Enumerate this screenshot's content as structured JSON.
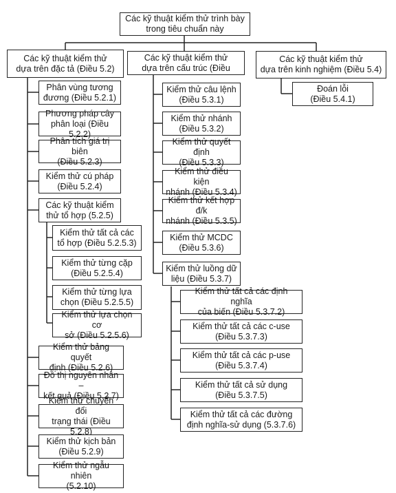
{
  "root": "Các kỹ thuật kiểm thử trình bày\ntrong tiêu chuẩn này",
  "categories": [
    {
      "label": "Các kỹ thuật kiểm thử\ndựa trên đặc tả (Điều 5.2)",
      "items": [
        "Phân vùng tương\nđương (Điều 5.2.1)",
        "Phương pháp cây\nphân loại (Điều 5.2.2)",
        "Phân tích giá trị biên\n(Điều 5.2.3)",
        "Kiểm thử cú pháp\n(Điều 5.2.4)",
        "Các kỹ thuật kiểm\nthử tổ hợp (5.2.5)",
        "Kiểm thử bảng quyết\nđịnh (Điều 5.2.6)",
        "Đồ thị nguyên nhân –\nkết quả (Điều 5.2.7)",
        "Kiểm thử chuyển đổi\ntrạng thái (Điều 5.2.8)",
        "Kiểm thử kịch bản\n(Điều 5.2.9)",
        "Kiểm thử ngẫu nhiên\n(5.2.10)"
      ],
      "subitems": [
        "Kiểm thử tất cả các\ntổ hợp (Điều 5.2.5.3)",
        "Kiểm thử từng cặp\n(Điều 5.2.5.4)",
        "Kiểm thử từng lựa\nchọn (Điều 5.2.5.5)",
        "Kiểm thử lựa chọn cơ\nsở (Điều 5.2.5.6)"
      ]
    },
    {
      "label": "Các kỹ thuật kiểm thử\ndựa trên cấu trúc (Điều",
      "items": [
        "Kiểm thử câu lệnh\n(Điều 5.3.1)",
        "Kiểm thử nhánh\n(Điều 5.3.2)",
        "Kiểm thử quyết định\n(Điều 5.3.3)",
        "Kiểm thử điều kiện\nnhánh (Điều 5.3.4)",
        "Kiểm thử kết hợp đ/k\nnhánh (Điều 5.3.5)",
        "Kiểm thử MCDC\n(Điều 5.3.6)",
        "Kiểm thử luồng dữ\nliệu (Điều 5.3.7)"
      ],
      "subitems": [
        "Kiểm thử tất cả các định nghĩa\ncủa biến (Điều 5.3.7.2)",
        "Kiểm thử tất cả các c-use\n(Điều 5.3.7.3)",
        "Kiểm thử tất cả các p-use\n(Điều 5.3.7.4)",
        "Kiểm thử tất cả sử dụng\n(Điều 5.3.7.5)",
        "Kiểm thử tất cả các đường\nđịnh nghĩa-sử dụng (5.3.7.6)"
      ]
    },
    {
      "label": "Các kỹ thuật kiểm thử\ndựa trên kinh nghiệm (Điều 5.4)",
      "items": [
        "Đoán lỗi\n(Điều 5.4.1)"
      ]
    }
  ]
}
